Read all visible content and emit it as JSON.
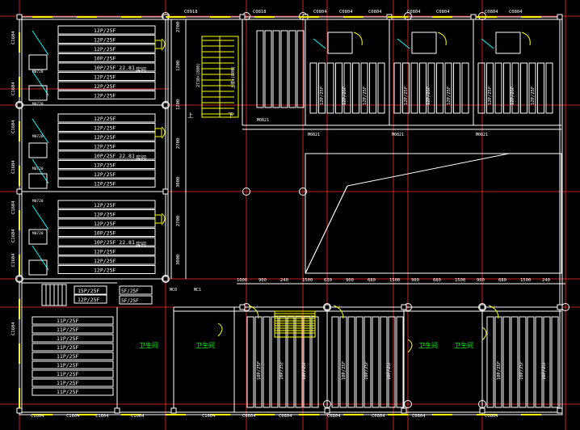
{
  "colors": {
    "background": "#000000",
    "wall": "#ffffff",
    "axis": "#ff2a2a",
    "room_label": "#00ff00",
    "furniture": "#ffffff",
    "stair": "#ffff00",
    "dimension": "#ffffff",
    "door": "#ffff00",
    "window": "#ffff00",
    "fixture": "#00ffff",
    "column": "#ffffff"
  },
  "top_labels": [
    "C0918",
    "C0818",
    "C0804",
    "C0804",
    "C0804",
    "C0804",
    "C0804",
    "C0804",
    "C0804"
  ],
  "left_labels": [
    "C1604",
    "C1604",
    "C1604",
    "C1604",
    "C1604",
    "C1604",
    "C1604",
    "C1604"
  ],
  "bottom_labels": [
    "C1604",
    "C1604",
    "C1604",
    "C1604",
    "C1604",
    "C0804",
    "C0804",
    "C0804",
    "C0804",
    "C0804",
    "C0804"
  ],
  "left_rooms": [
    {
      "rows": [
        "12P/25F",
        "12P/25F",
        "12P/25F",
        "10P/25F",
        "10P/25F 22.81",
        "12P/25F",
        "12P/25F",
        "12P/25F"
      ],
      "note": "房间"
    },
    {
      "rows": [
        "12P/25F",
        "12P/25F",
        "12P/25F",
        "12P/25F",
        "10P/25F 22.81",
        "12P/25F",
        "12P/25F",
        "12P/25F"
      ],
      "note": "房间"
    },
    {
      "rows": [
        "12P/25F",
        "12P/25F",
        "12P/25F",
        "10P/25F",
        "10P/25F 22.81",
        "12P/25F",
        "12P/25F",
        "12P/25F"
      ],
      "note": "房间"
    }
  ],
  "bottom_left_rows": [
    "11P/25F",
    "11P/25F",
    "11P/25F",
    "11P/25F",
    "11P/25F",
    "11P/25F",
    "11P/25F",
    "11P/25F",
    "11P/25F"
  ],
  "bottom_left_top": [
    "15P/25F",
    "12P/25F"
  ],
  "toilet_label": "卫生间",
  "stair_labels": [
    "上",
    "下"
  ],
  "dims_mid": [
    "1000",
    "900",
    "240",
    "1500",
    "630",
    "900",
    "680",
    "1500",
    "900",
    "680",
    "1500",
    "900",
    "680",
    "1500",
    "240"
  ],
  "dims_col": [
    "2700",
    "1200",
    "1200",
    "2700",
    "3000",
    "2700",
    "3000"
  ],
  "top_room_vertical": "12P/25F",
  "bottom_room_vertical": "10P/25F",
  "door_tags": [
    "M0821",
    "M0821",
    "M0821",
    "M0821",
    "M0821",
    "M0821"
  ],
  "small_tags": [
    "M0720",
    "M0720",
    "M0720",
    "M0720",
    "M0720",
    "M0720"
  ],
  "stair_dim_labels": [
    "2730×(800)",
    "上楼×(800)"
  ],
  "mid_tags": [
    "MC0",
    "MC1"
  ],
  "room_tag": "5F/25F"
}
